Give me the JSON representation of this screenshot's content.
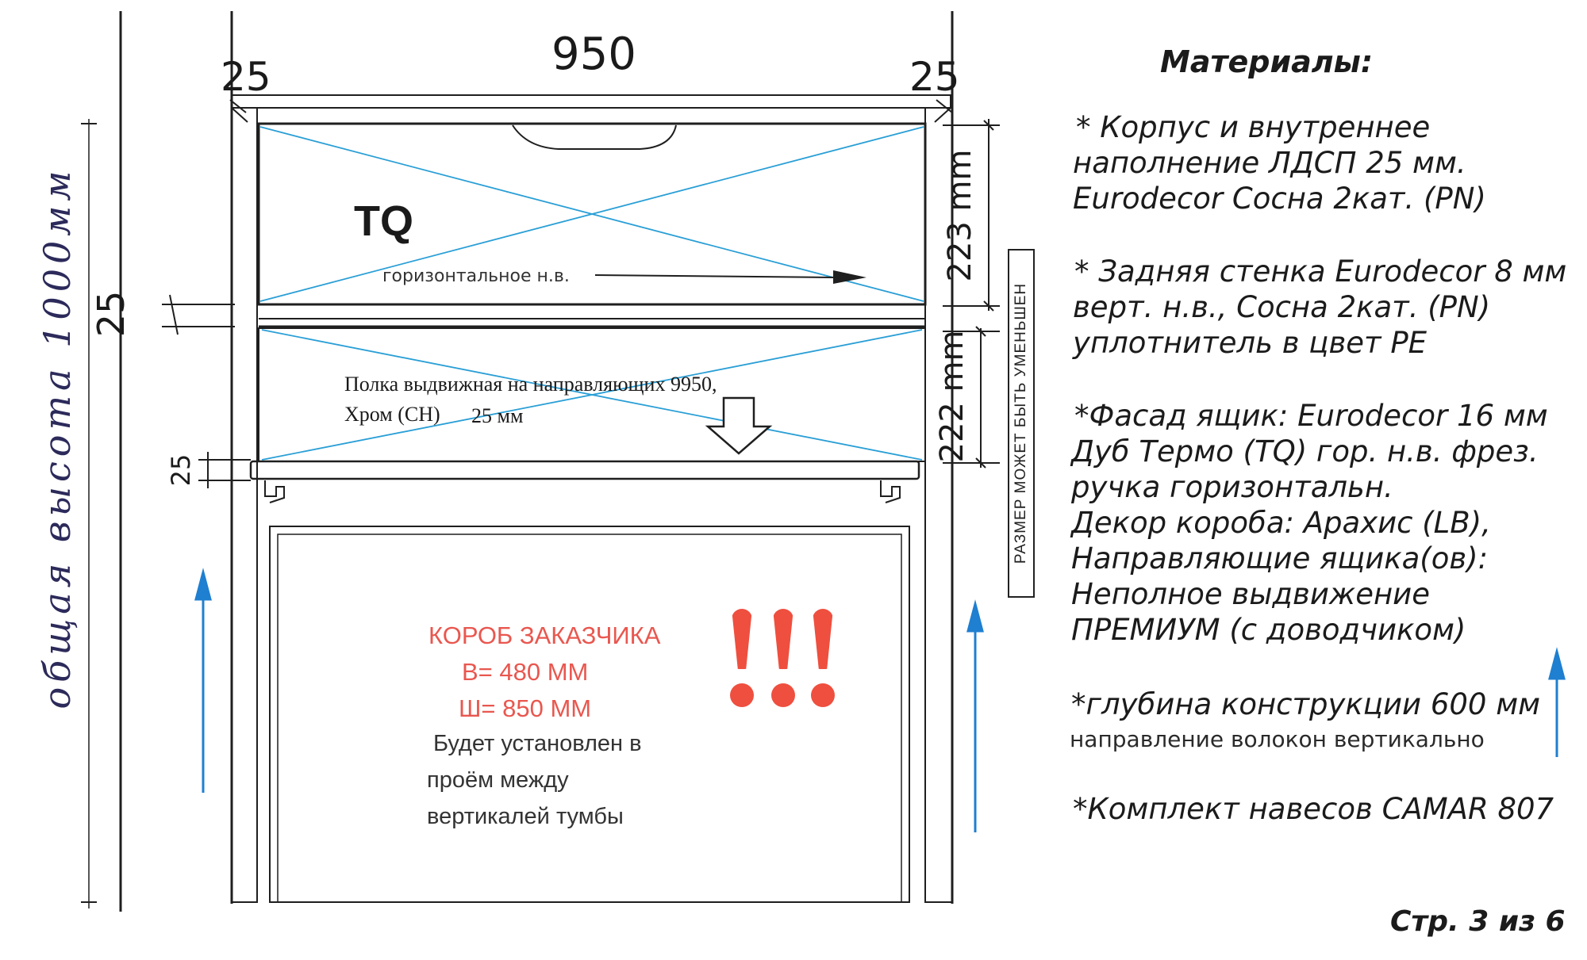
{
  "dimensions": {
    "width": "950",
    "left_side": "25",
    "right_side": "25",
    "left_gap": "25",
    "drawer_height": "223 mm",
    "shelf_height": "222 mm",
    "shelf_thickness": "25"
  },
  "left_label": "общая высота 1000мм",
  "drawer": {
    "code": "TQ",
    "grain_note": "горизонтальное н.в."
  },
  "shelf": {
    "line1": "Полка выдвижная на направляющих 9950,",
    "line2": "Хром (CH)",
    "line2_size": "25 мм"
  },
  "reduce_note": "РАЗМЕР МОЖЕТ БЫТЬ УМЕНЬШЕН",
  "customer_box": {
    "title": "КОРОБ ЗАКАЗЧИКА",
    "height": "В= 480 ММ",
    "width": "Ш= 850 ММ",
    "note": [
      "Будет установлен в",
      "проём между",
      "вертикалей тумбы"
    ],
    "exclamation": "!!!"
  },
  "materials": {
    "title": "Материалы:",
    "lines": [
      "* Корпус и внутреннее",
      "наполнение ЛДСП 25 мм.",
      "Eurodecor Сосна 2кат. (PN)",
      "* Задняя стенка Eurodecor 8 мм",
      "верт. н.в., Сосна 2кат. (PN)",
      "уплотнитель в цвет PE",
      "*Фасад ящик: Eurodecor 16 мм",
      "Дуб Термо (TQ) гор. н.в. фрез.",
      "ручка горизонтальн.",
      "Декор короба: Арахис (LB),",
      "Направляющие ящика(ов):",
      "Неполное выдвижение",
      "ПРЕМИУМ (с доводчиком)",
      "*глубина конструкции 600 мм",
      "*Комплект навесов CAMAR 807"
    ],
    "grain_direction": "направление волокон вертикально"
  },
  "page": "Стр. 3 из 6",
  "colors": {
    "line": "#1f1f1f",
    "cross": "#2a9fd6",
    "arrow": "#1f7fd0",
    "alert": "#ef4f3f"
  }
}
